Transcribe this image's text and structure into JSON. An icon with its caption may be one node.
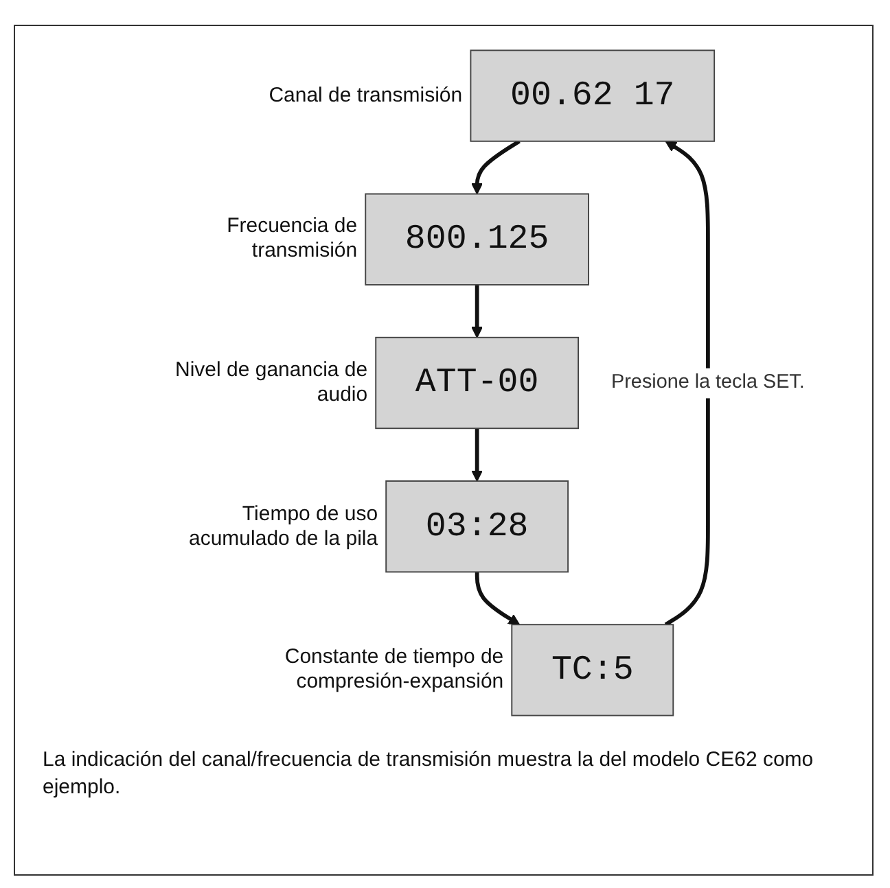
{
  "diagram": {
    "nodes": [
      {
        "text": [
          "00.62 17"
        ],
        "beside": [
          "Canal de transmisión"
        ]
      },
      {
        "text": [
          "800.125"
        ],
        "beside": [
          "Frecuencia de transmisión"
        ]
      },
      {
        "text": [
          "ATT-00"
        ],
        "beside": [
          "Nivel de ganancia de audio"
        ]
      },
      {
        "text": [
          "03:28"
        ],
        "beside": [
          "Tiempo de uso acumulado de la pila"
        ]
      },
      {
        "text": [
          "TC:5"
        ],
        "beside": [
          "Constante de tiempo de compresión-expansión"
        ]
      }
    ],
    "edges": [
      {
        "from": 0,
        "to": 1,
        "arrow": "to"
      },
      {
        "from": 1,
        "to": 2,
        "arrow": "to"
      },
      {
        "from": 2,
        "to": 3,
        "arrow": "to"
      },
      {
        "from": 3,
        "to": 4,
        "arrow": "to"
      },
      {
        "from": 4,
        "to": 0,
        "arrow": "to",
        "label": "Presione la tecla SET."
      }
    ],
    "caption": "La indicación del canal/frecuencia de transmisión muestra la del modelo CE62 como ejemplo."
  }
}
